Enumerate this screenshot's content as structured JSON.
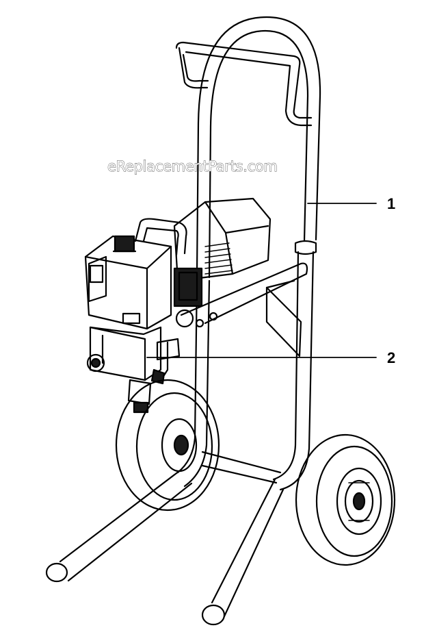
{
  "diagram": {
    "watermark": "eReplacementParts.com",
    "callouts": [
      {
        "label": "1",
        "part": "cart-frame"
      },
      {
        "label": "2",
        "part": "pump-assembly"
      }
    ]
  },
  "colors": {
    "line": "#000000",
    "background": "#ffffff",
    "shade": "#1a1a1a"
  }
}
